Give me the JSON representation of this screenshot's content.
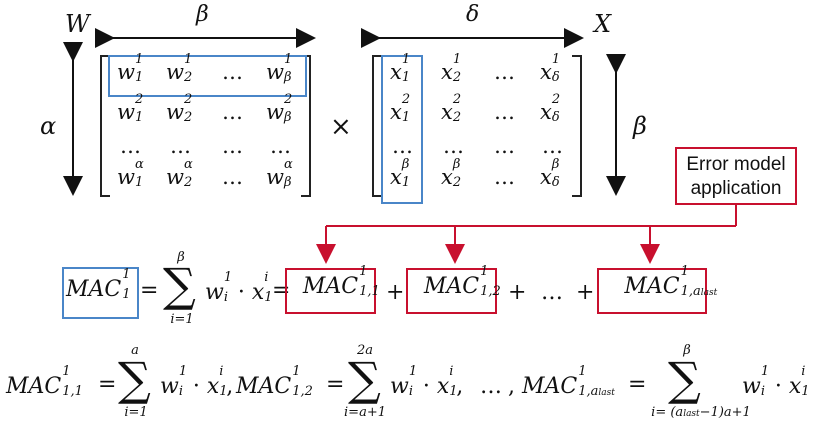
{
  "labels": {
    "W": "W",
    "X": "X",
    "beta_top": "β",
    "delta_top": "δ",
    "alpha_side": "α",
    "beta_side": "β",
    "times": "×"
  },
  "error_box": {
    "line1": "Error model",
    "line2": "application"
  },
  "matrix_w": {
    "rows": [
      [
        "w",
        "w",
        "…",
        "w"
      ],
      [
        "w",
        "w",
        "…",
        "w"
      ],
      [
        "…",
        "…",
        "…",
        "…"
      ],
      [
        "w",
        "w",
        "…",
        "w"
      ]
    ]
  },
  "matrix_x": {
    "rows": [
      [
        "x",
        "x",
        "…",
        "x"
      ],
      [
        "x",
        "x",
        "…",
        "x"
      ],
      [
        "…",
        "…",
        "…",
        "…"
      ],
      [
        "x",
        "x",
        "…",
        "x"
      ]
    ]
  },
  "mac_row": {
    "lhs": "MAC",
    "equals": "=",
    "sum_top": "β",
    "sum_bottom": "i=1",
    "plus": "+",
    "dots": "…"
  },
  "decomp": {
    "sum1_top": "a",
    "sum1_bottom": "i=1",
    "sum2_top": "2a",
    "sum2_bottom": "i=a+1",
    "sum3_top": "β",
    "sum3_bottom": "i= (a",
    "ellipsis": "…"
  },
  "colors": {
    "blue": "#4a86c8",
    "red": "#c8102e"
  }
}
